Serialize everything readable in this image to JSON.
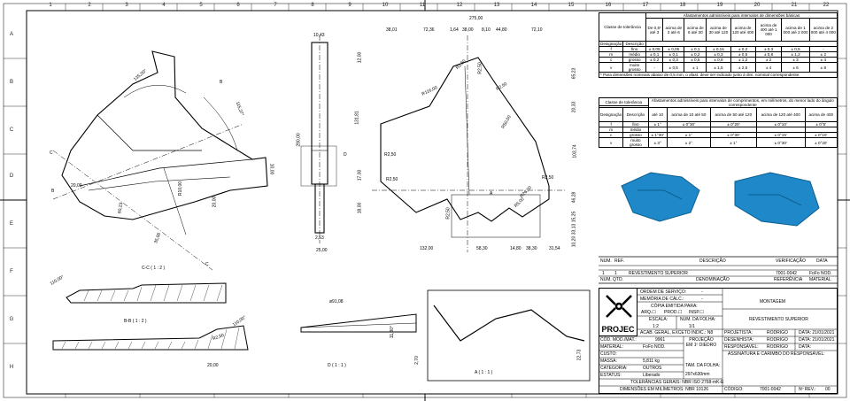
{
  "sheet": {
    "border_zones_top": [
      "1",
      "2",
      "3",
      "4",
      "5",
      "6",
      "7",
      "8",
      "9",
      "10",
      "11",
      "12",
      "13",
      "14",
      "15",
      "16",
      "17",
      "18",
      "19",
      "20",
      "21",
      "22"
    ],
    "border_zones_side": [
      "A",
      "B",
      "C",
      "D",
      "E",
      "F",
      "G",
      "H"
    ]
  },
  "views": {
    "main_top": {
      "label": "",
      "dims": {
        "overall_width": "275,00",
        "segments_top": [
          "38,01",
          "72,36",
          "1,64",
          "38,00",
          "8,10",
          "44,80",
          "72,10"
        ],
        "right_heights": [
          "65,23",
          "20,33",
          "103,74",
          "46,28",
          "15,25",
          "33,13",
          "10,20"
        ],
        "left_heights": [
          "12,00",
          "131,81",
          "17,00",
          "18,00"
        ],
        "radii": [
          "R116,00",
          "R2,50",
          "R2,50",
          "R2,50",
          "R2,50",
          "R50,00",
          "R2,50",
          "R2,50",
          "R26,00",
          "R5,00",
          "R2,50"
        ],
        "bottom": [
          "132,00",
          "58,30",
          "14,80",
          "38,30",
          "31,54"
        ],
        "section_marker": "D",
        "detail_marker": "A"
      }
    },
    "side_view": {
      "dims": [
        "10,43",
        "290,00",
        "2,53",
        "25,00"
      ]
    },
    "angled_view": {
      "dims": [
        "135,00°",
        "115,37°",
        "10,00",
        "20,00",
        "R10,00",
        "60,23",
        "R2,00",
        "35,00",
        "20,00"
      ],
      "section_markers": [
        "B",
        "B",
        "C",
        "C"
      ]
    },
    "section_cc": {
      "label": "C-C ( 1 : 2 )",
      "dim": "110,00°"
    },
    "section_bb": {
      "label": "B-B ( 1 : 2 )",
      "dims": [
        "110,00°",
        "R2,50",
        "20,00"
      ]
    },
    "detail_d": {
      "label": "D ( 1 : 1 )",
      "dims": [
        "ø91,08",
        "11,80°",
        "2,70"
      ]
    },
    "detail_a": {
      "label": "A ( 1 : 1 )",
      "dim": "22,73"
    }
  },
  "tolerance_table_1": {
    "title": "Afastamentos admissíveis para intervalos de dimensões básicas",
    "class_header": "Classe de tolerância",
    "col_headers": [
      "De 0,5* até 3",
      "acima de 3 até 6",
      "acima de 6 até 30",
      "acima de 30 até 120",
      "acima de 120 até 400",
      "acima de 400 até 1 000",
      "acima de 1 000 até 2 000",
      "acima de 2 000 até 4 000"
    ],
    "sub_headers": [
      "Designação",
      "Descrição"
    ],
    "rows": [
      {
        "code": "f",
        "desc": "fino",
        "vals": [
          "± 0,05",
          "± 0,05",
          "± 0,1",
          "± 0,15",
          "± 0,2",
          "± 0,3",
          "± 0,5",
          "-"
        ]
      },
      {
        "code": "m",
        "desc": "médio",
        "vals": [
          "± 0,1",
          "± 0,1",
          "± 0,2",
          "± 0,3",
          "± 0,5",
          "± 0,8",
          "± 1,2",
          "± 2"
        ]
      },
      {
        "code": "c",
        "desc": "grosso",
        "vals": [
          "± 0,2",
          "± 0,3",
          "± 0,5",
          "± 0,8",
          "± 1,2",
          "± 2",
          "± 3",
          "± 4"
        ]
      },
      {
        "code": "v",
        "desc": "muito grosso",
        "vals": [
          "-",
          "± 0,5",
          "± 1",
          "± 1,5",
          "± 2,5",
          "± 4",
          "± 6",
          "± 8"
        ]
      }
    ],
    "footnote": "* Para dimensões nominais abaixo de 0,5 mm, o afast. deve ser indicado junto à dim. nominal correspondente."
  },
  "tolerance_table_2": {
    "title": "Afastamentos admissíveis para intervalos de comprimentos, em milímetros, do menor lado do ângulo correspondente",
    "class_header": "Classe de tolerância",
    "sub_headers": [
      "Designação",
      "Descrição"
    ],
    "col_headers": [
      "até 10",
      "acima de 10 até 50",
      "acima de 50 até 120",
      "acima de 120 até 400",
      "acima de 400"
    ],
    "rows": [
      {
        "code": "f",
        "desc": "fino",
        "vals": [
          "± 1°",
          "± 0°30'",
          "± 0°20'",
          "± 0°10'",
          "± 0°5'"
        ]
      },
      {
        "code": "m",
        "desc": "médio",
        "vals": [
          "",
          "",
          "",
          "",
          ""
        ]
      },
      {
        "code": "c",
        "desc": "grosso",
        "vals": [
          "± 1°30'",
          "± 1°",
          "± 0°30'",
          "± 0°15'",
          "± 0°10'"
        ]
      },
      {
        "code": "v",
        "desc": "muito grosso",
        "vals": [
          "± 3°",
          "± 2°",
          "± 1°",
          "± 0°30'",
          "± 0°20'"
        ]
      }
    ]
  },
  "parts_list": {
    "headers": [
      "NUM.",
      "REF.",
      "DESCRIÇÃO",
      "VERIFICAÇÃO",
      "DATA"
    ],
    "row": {
      "num": "1",
      "qty": "1",
      "desc": "REVESTIMENTO SUPERIOR",
      "ref": "7001-0042",
      "material": "FoFo NOD."
    },
    "footer_headers": [
      "NUM.",
      "QTD.",
      "DENOMINAÇÃO",
      "REFERÊNCIA",
      "MATERIAL"
    ]
  },
  "title_block": {
    "logo_text": "PROJEC",
    "ordem_servico_label": "ORDEM DE SERVIÇO:",
    "ordem_servico_value": "-",
    "memoria_label": "MEMÓRIA DE CÁLC.:",
    "memoria_value": "-",
    "copia_label": "CÓPIA EMITIDA PARA:",
    "copia_opts": [
      "ARQ.☐",
      "PROD.☐",
      "INSP.☐"
    ],
    "escala_label": "ESCALA:",
    "escala_value": "1:2",
    "num_folha_label": "NUM. DA FOLHA:",
    "num_folha_value": "1/1",
    "acab_geral": "ACAB. GERAL, EXCETO INDIC.: N8",
    "cod_mod_mat_label": "CÓD. MOD./MAT.:",
    "cod_mod_mat_value": "9961",
    "projecao_label": "PROJEÇÃO EM 1º DIEDRO",
    "material_label": "MATERIAL:",
    "material_value": "FoFo NOD.",
    "custo_label": "CUSTO:",
    "massa_label": "MASSA:",
    "massa_value": "5,811 kg",
    "categoria_label": "CATEGORIA:",
    "categoria_value": "OUTROS",
    "estatus_label": "ESTATUS:",
    "estatus_value": "Liberado",
    "tam_folha_label": "TAM. DA FOLHA:",
    "tam_folha_value": "297x630mm",
    "tolerancias": "TOLERÂNCIAS GERAIS: NBR ISO 2768-mK-E",
    "dimensoes": "DIMENSÕES EM MILÍMETROS: NBR 10126",
    "codigo_label": "CÓDIGO:",
    "codigo_value": "7001-0042",
    "n_rev_label": "Nº REV.:",
    "n_rev_value": "00",
    "montagem": "MONTAGEM",
    "revestimento": "REVESTIMENTO SUPERIOR",
    "projetista_label": "PROJETISTA:",
    "projetista_value": "RODRIGO",
    "projetista_data": "DATA: 21/01/2021",
    "desenhista_label": "DESENHISTA:",
    "desenhista_value": "RODRIGO",
    "desenhista_data": "DATA: 21/01/2021",
    "responsavel_label": "RESPONSÁVEL:",
    "responsavel_value": "RODRIGO",
    "responsavel_data": "DATA:",
    "assinatura": "ASSINATURA E CARIMBO DO RESPONSÁVEL:"
  },
  "colors": {
    "line": "#000000",
    "render_blue": "#1e88c8",
    "render_dark": "#0d5f8f"
  }
}
